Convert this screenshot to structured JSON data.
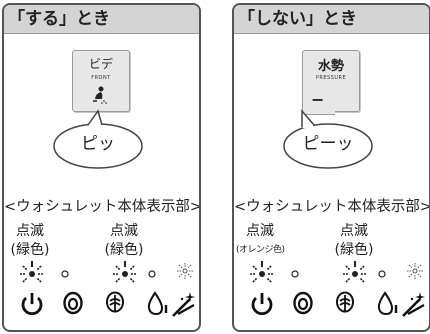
{
  "panels": [
    {
      "header": "「する」とき",
      "button": {
        "label": "ビデ",
        "sublabel": "FRONT",
        "icon": "bidet-spray-icon"
      },
      "bubble_text": "ピッ",
      "section_title": "<ウォシュレット本体表示部>",
      "indicators": [
        {
          "line1": "点滅",
          "line2": "(緑色)"
        },
        {
          "line1": "点滅",
          "line2": "(緑色)"
        }
      ]
    },
    {
      "header": "「しない」とき",
      "button": {
        "label": "水勢",
        "sublabel": "PRESSURE",
        "minus": "−"
      },
      "bubble_text": "ピーッ",
      "section_title": "<ウォシュレット本体表示部>",
      "indicators": [
        {
          "line1": "点滅",
          "line2": "(オレンジ色)"
        },
        {
          "line1": "点滅",
          "line2": "(緑色)"
        }
      ]
    }
  ],
  "status_icons": [
    "power-icon",
    "seat-icon",
    "deodorize-icon",
    "water-drop-icon",
    "clean-sparkle-icon"
  ]
}
